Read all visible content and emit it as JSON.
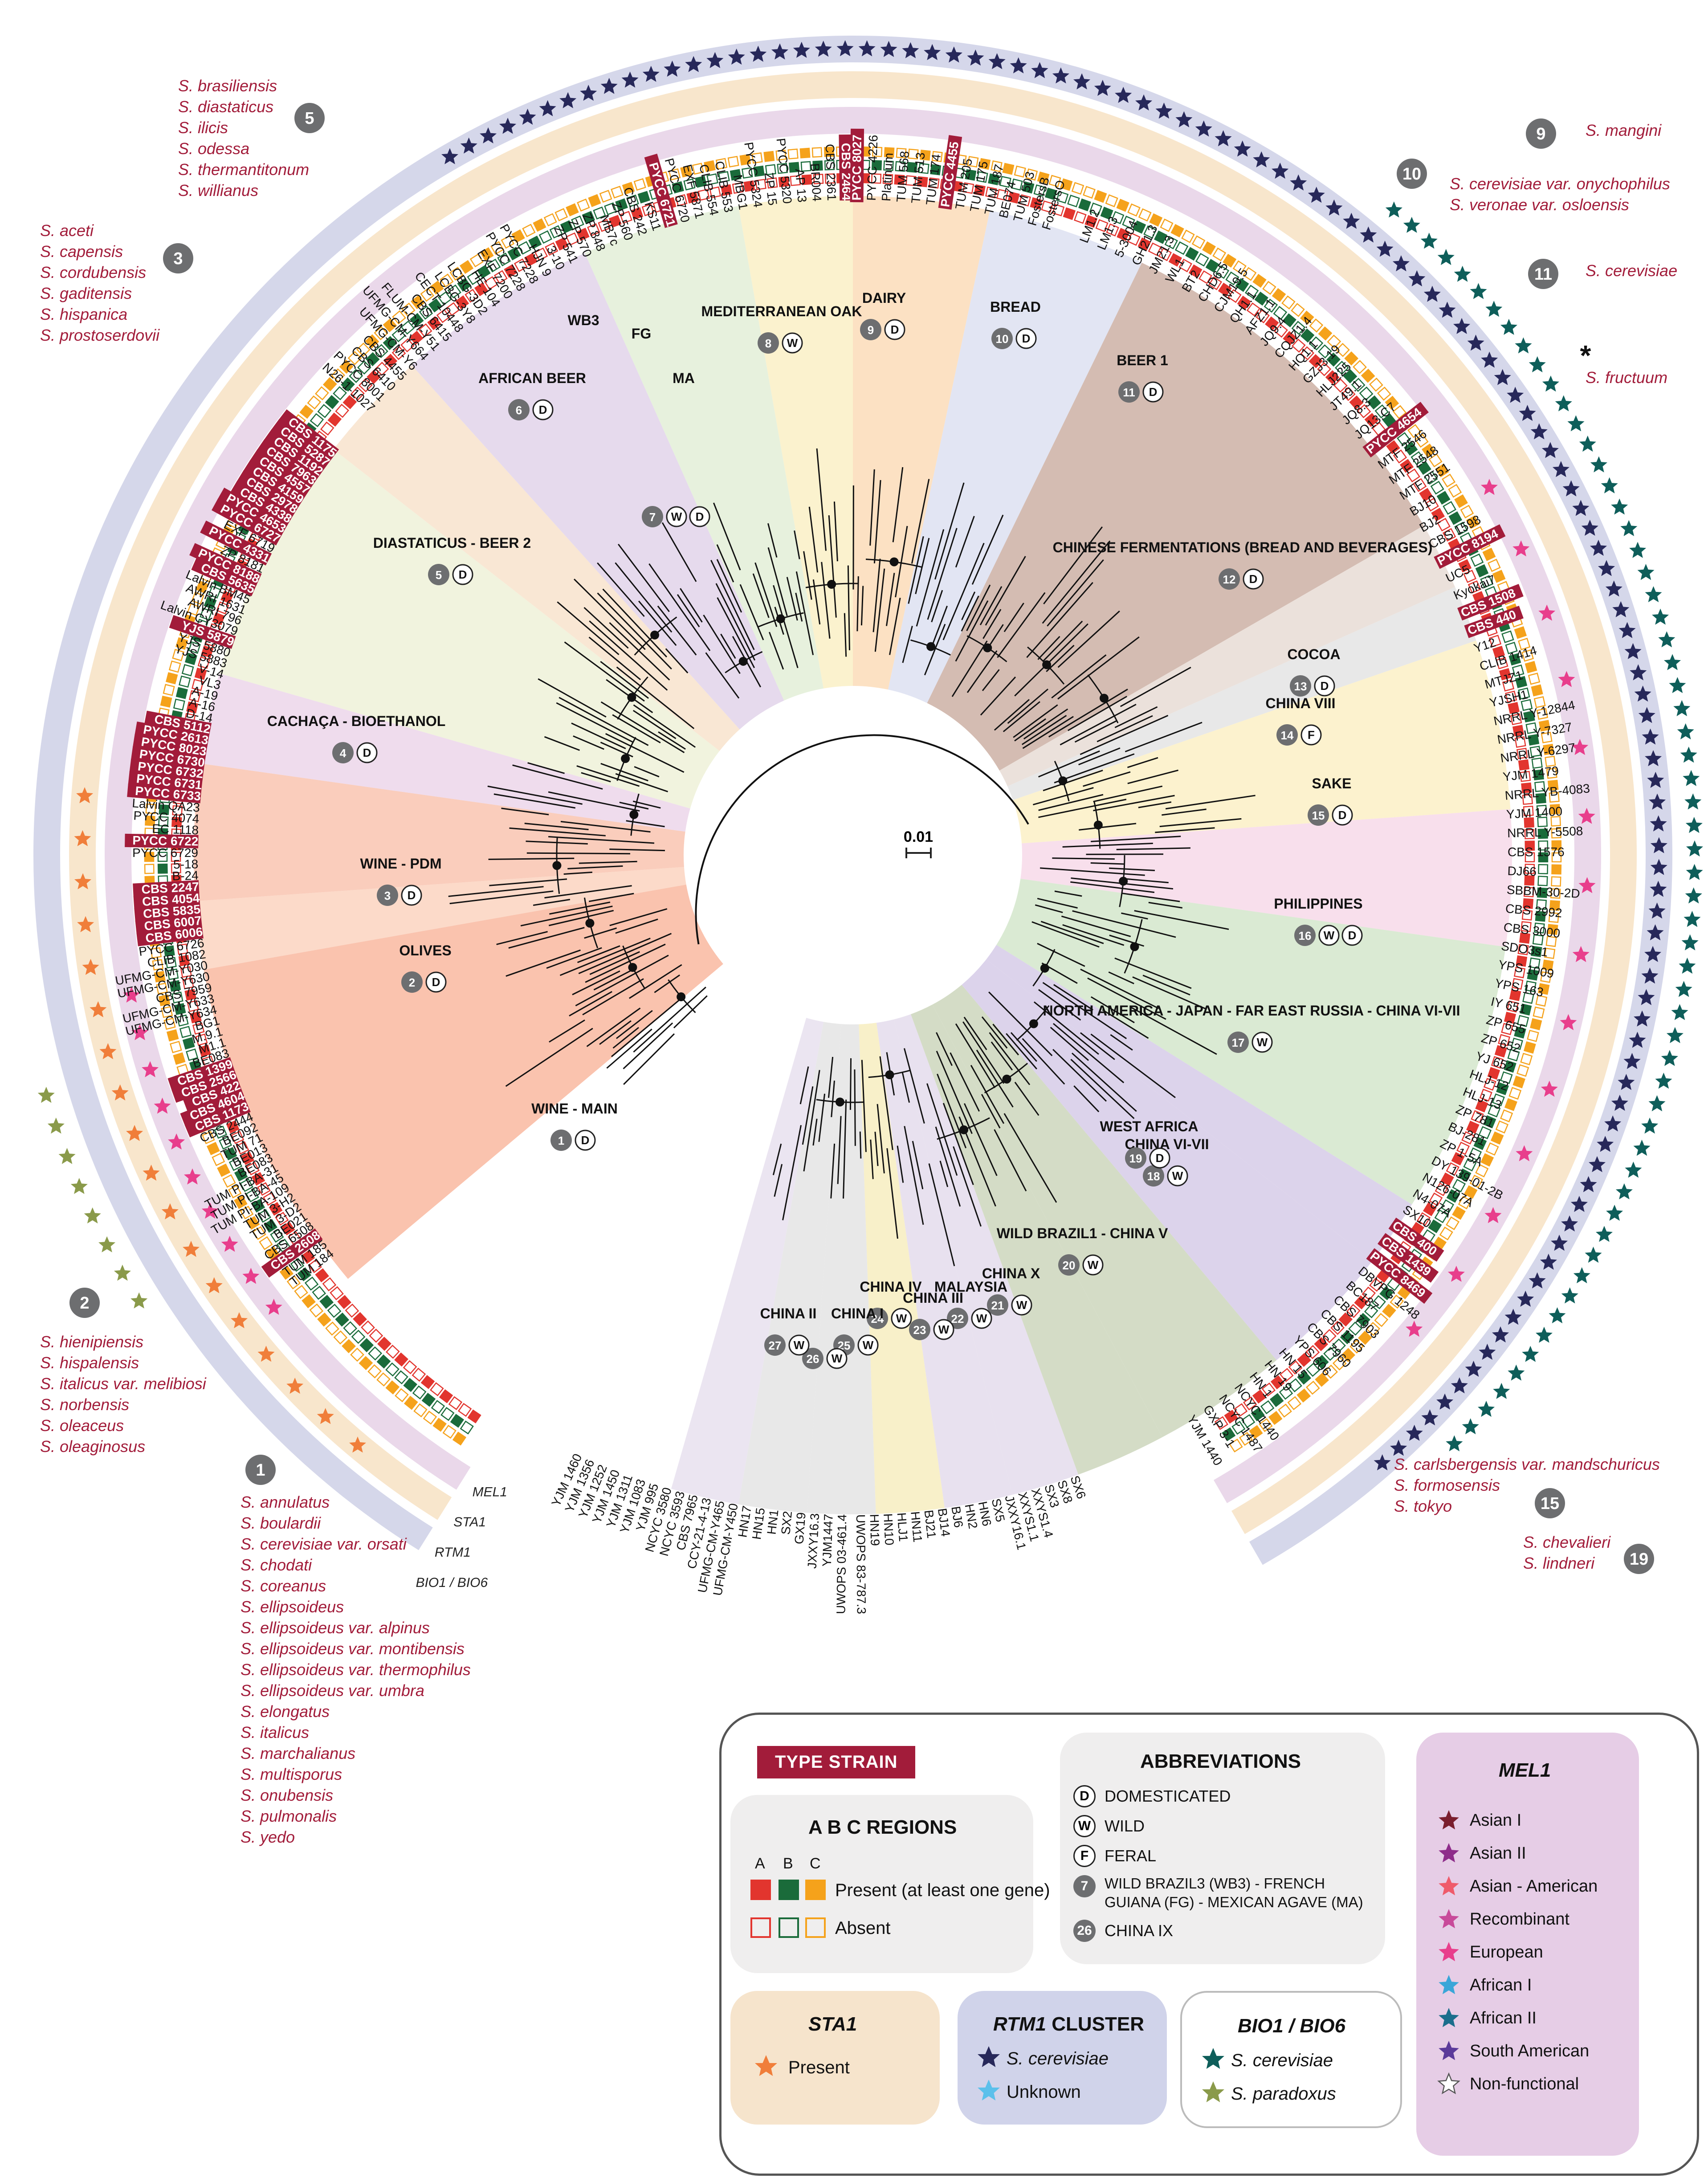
{
  "scale_bar": "0.01",
  "ring_labels": [
    "MEL1",
    "STA1",
    "RTM1",
    "BIO1 / BIO6"
  ],
  "groups": [
    {
      "id": "1",
      "label": "WINE - MAIN",
      "status": "D"
    },
    {
      "id": "2",
      "label": "OLIVES",
      "status": "D"
    },
    {
      "id": "3",
      "label": "WINE - PDM",
      "status": "D"
    },
    {
      "id": "4",
      "label": "CACHAÇA - BIOETHANOL",
      "status": "D"
    },
    {
      "id": "5",
      "label": "DIASTATICUS - BEER 2",
      "status": "D"
    },
    {
      "id": "6",
      "label": "AFRICAN BEER",
      "status": "D"
    },
    {
      "id": "7",
      "label": "",
      "status": "W D"
    },
    {
      "id": "8",
      "label": "MEDITERRANEAN OAK",
      "status": "W"
    },
    {
      "id": "9",
      "label": "DAIRY",
      "status": "D"
    },
    {
      "id": "10",
      "label": "BREAD",
      "status": "D"
    },
    {
      "id": "11",
      "label": "BEER 1",
      "status": "D"
    },
    {
      "id": "12",
      "label": "CHINESE FERMENTATIONS (BREAD AND BEVERAGES)",
      "status": "D"
    },
    {
      "id": "13",
      "label": "COCOA",
      "status": "D"
    },
    {
      "id": "14",
      "label": "CHINA VIII",
      "status": "F"
    },
    {
      "id": "15",
      "label": "SAKE",
      "status": "D"
    },
    {
      "id": "16",
      "label": "PHILIPPINES",
      "status": "W D"
    },
    {
      "id": "17",
      "label": "NORTH AMERICA - JAPAN - FAR EAST RUSSIA - CHINA VI-VII",
      "status": "W"
    },
    {
      "id": "18",
      "label": "CHINA VI-VII",
      "status": "W"
    },
    {
      "id": "19",
      "label": "WEST AFRICA",
      "status": "D"
    },
    {
      "id": "20",
      "label": "WILD BRAZIL1 - CHINA V",
      "status": "W"
    },
    {
      "id": "21",
      "label": "CHINA X",
      "status": "W"
    },
    {
      "id": "22",
      "label": "MALAYSIA",
      "status": "W"
    },
    {
      "id": "23",
      "label": "CHINA III",
      "status": "W"
    },
    {
      "id": "24",
      "label": "CHINA IV",
      "status": "W"
    },
    {
      "id": "25",
      "label": "CHINA I",
      "status": "W"
    },
    {
      "id": "26",
      "label": "",
      "status": "W"
    },
    {
      "id": "27",
      "label": "CHINA II",
      "status": "W"
    }
  ],
  "sub_labels": [
    "WB3",
    "FG",
    "MA"
  ],
  "species_groups": [
    {
      "num": "1",
      "names": [
        "S. annulatus",
        "S. boulardii",
        "S. cerevisiae var. orsati",
        "S. chodati",
        "S. coreanus",
        "S. ellipsoideus",
        "S. ellipsoideus var. alpinus",
        "S. ellipsoideus var. montibensis",
        "S. ellipsoideus var. thermophilus",
        "S. ellipsoideus var. umbra",
        "S. elongatus",
        "S. italicus",
        "S. marchalianus",
        "S. multisporus",
        "S. onubensis",
        "S. pulmonalis",
        "S. yedo"
      ]
    },
    {
      "num": "2",
      "names": [
        "S. hienipiensis",
        "S. hispalensis",
        "S. italicus var. melibiosi",
        "S. norbensis",
        "S. oleaceus",
        "S. oleaginosus"
      ]
    },
    {
      "num": "3",
      "names": [
        "S. aceti",
        "S. capensis",
        "S. cordubensis",
        "S. gaditensis",
        "S. hispanica",
        "S. prostoserdovii"
      ]
    },
    {
      "num": "5",
      "names": [
        "S. brasiliensis",
        "S. diastaticus",
        "S. ilicis",
        "S. odessa",
        "S. thermantitonum",
        "S. willianus"
      ]
    },
    {
      "num": "9",
      "names": [
        "S. mangini"
      ]
    },
    {
      "num": "10",
      "names": [
        "S. cerevisiae var. onychophilus",
        "S. veronae  var. osloensis"
      ]
    },
    {
      "num": "11",
      "names": [
        "S. cerevisiae"
      ]
    },
    {
      "num": "*",
      "names": [
        "S. fructuum"
      ]
    },
    {
      "num": "15",
      "names": [
        "S. carlsbergensis var. mandschuricus",
        "S. formosensis",
        "S. tokyo"
      ]
    },
    {
      "num": "19",
      "names": [
        "S. chevalieri",
        "S. lindneri"
      ]
    }
  ],
  "strains_left": [
    "TUM 184",
    "TUM 185",
    "CBS 2608",
    "CBS 6508",
    "BE021",
    "TUM 3-D2",
    "TUM 3-H2",
    "TUM PI-BA-109",
    "TUM PI-BA-45",
    "TUM PI-BA-31",
    "BE083",
    "BE013",
    "TUM 71",
    "BE092",
    "CBS 2444",
    "CBS 1173",
    "CBS 4604",
    "CBS 422",
    "CBS 2566",
    "CBS 1399",
    "BE083",
    "M1.1",
    "M.9.1",
    "BG1",
    "UFMG-CM-Y634",
    "UFMG-CM-Y633",
    "CBS 7959",
    "UFMG-CM-Y630",
    "UFMG-CM-Y030",
    "CLIB 1082",
    "PYCC 6726",
    "CBS 6006",
    "CBS 6007",
    "CBS 5835",
    "CBS 4054",
    "CBS 2247",
    "B-24",
    "5-18",
    "PYCC 6729",
    "PYCC 6722",
    "EC 1118",
    "PYCC 4074",
    "Lalvin QA23",
    "PYCC 6733",
    "PYCC 6731",
    "PYCC 6732",
    "PYCC 6730",
    "PYCC 8023",
    "PYCC 2613",
    "CBS 5112",
    "D-14",
    "A-16",
    "A-19",
    "VL3",
    "V-14",
    "YJS 5883",
    "YJS 5880",
    "YJS 5879",
    "Lalvin CY3079",
    "AWRI 796",
    "AWRI 1631",
    "Lalvin BM45",
    "CBS 5635",
    "PYCC 8188",
    "ZP 8181",
    "PYCC 4331",
    "EXF 6719",
    "PYCC 6727",
    "PYCC 4653",
    "CBS 4338",
    "CBS 2978",
    "CBS 4159",
    "CBS 4557",
    "CBS 7963",
    "CBS 1192",
    "CBS 5287",
    "CBS 1175"
  ],
  "strains_top": [
    "N26-1-1027",
    "PYCC 8001",
    "CBS 6410",
    "CBS 4455",
    "UFMG-CM-Y6",
    "UFMG-CM-Y664",
    "FLUM-CM-Y51",
    "CBS 6415",
    "CECT 10448",
    "LCBG-3Y8",
    "LCBG-3D2",
    "HE 104",
    "EXF 7200",
    "PYCC 7228",
    "PYCC 7228",
    "HJN 9",
    "3-10",
    "ZP 541",
    "ZP 570",
    "ZP 848",
    "MB7c",
    "ZP 560",
    "CBS 242",
    "KS11",
    "PYCC 6721",
    "PYCC 6720",
    "EXF 5871",
    "CLIB 554",
    "CLIB 553",
    "MBG1",
    "PYCC 5324",
    "ZP 15",
    "PYCC 5320",
    "AP 13",
    "BR004",
    "CBS 2361",
    "CBS 2464",
    "PYCC 8027",
    "PYCC 4226",
    "Platinum",
    "TUM 568",
    "TUM 513",
    "TUM 174",
    "PYCC 4455",
    "TUM 205",
    "TUM 175",
    "TUM 187",
    "BE074",
    "TUM 503",
    "FostersB",
    "FostersO"
  ],
  "strains_right": [
    "LM1.2",
    "LM1.3",
    "5-3004",
    "GH21.3",
    "JM21.3",
    "WL1",
    "BT2",
    "CHD6.5",
    "CJM19.5",
    "QH1.1",
    "AFZ1.1",
    "JQ9.4",
    "CQJZ1.4",
    "HQ1.1",
    "GZJ3.19",
    "HLJ225",
    "JT49.1",
    "JQ8.3",
    "JQ13.C7",
    "PYCC 4654",
    "MTF 2546",
    "MTF 2548",
    "MTF 2551",
    "BJ10",
    "BJ2",
    "CBS 1598",
    "PYCC 8194",
    "UC5",
    "Kyokai7",
    "CBS 1508",
    "CBS 440",
    "Y12",
    "CLIB 1414",
    "MTJZ1",
    "YJSH1",
    "NRRL Y-12844",
    "NRRL Y-7327",
    "NRRL Y-6297",
    "YJM 1479",
    "NRRL YB-4083",
    "YJM 1400",
    "NRRL Y-5508",
    "CBS 1576",
    "DJ66",
    "SBBM-30-2D",
    "CBS 2992",
    "CBS 3000",
    "SDO3s1",
    "YPS 1009",
    "YPS 163",
    "IY 651",
    "ZP 655",
    "ZP 652",
    "YJ 652",
    "HLJ-12",
    "HLJ-13",
    "ZP 781",
    "BJ-281",
    "ZP 1-5A",
    "DY 139-01-2B",
    "N126-07A",
    "N4-07A",
    "SX10",
    "CBS 400",
    "CBS 1439",
    "PYCC 8469",
    "DBVPG 1248",
    "BC187",
    "CBS 7903",
    "CBS 1195",
    "CBS 7960",
    "YPS 606",
    "HN 15",
    "HN 19",
    "HN 1",
    "NCYC 1440",
    "NCYC 1487",
    "GXP 3-1",
    "YJM 1440"
  ],
  "strains_bottom": [
    "SX6",
    "SX8",
    "SX3",
    "XXYS1.4",
    "XXYS1.1",
    "JXXY16.1",
    "SX5",
    "HN6",
    "HN2",
    "BJ6",
    "BJ14",
    "BJ21",
    "HN11",
    "HLJ1",
    "HN10",
    "HN19",
    "UWOPS 83-787.3",
    "UWOPS 03-461.4",
    "YJM1447",
    "JXXY16.3",
    "GX19",
    "SX2",
    "HN1",
    "HN15",
    "HN17",
    "UFMG-CM-Y450",
    "UFMG-CM-Y465",
    "CCY-21-4-13",
    "CBS 7965",
    "NCYC 3593",
    "NCYC 3580",
    "YJM 995",
    "YJM 1083",
    "YJM 1311",
    "YJM 1450",
    "YJM 1252",
    "YJM 1356",
    "YJM 1460"
  ],
  "legend": {
    "type_strain": "TYPE STRAIN",
    "abc_title": "A B C REGIONS",
    "abc_letters": [
      "A",
      "B",
      "C"
    ],
    "present": "Present (at least one gene)",
    "absent": "Absent",
    "abbreviations_title": "ABBREVIATIONS",
    "abbr": [
      {
        "sym": "D",
        "text": "DOMESTICATED"
      },
      {
        "sym": "W",
        "text": "WILD"
      },
      {
        "sym": "F",
        "text": "FERAL"
      },
      {
        "sym": "7",
        "text": "WILD BRAZIL3  (WB3) - FRENCH GUIANA (FG) - MEXICAN AGAVE (MA)"
      },
      {
        "sym": "26",
        "text": "CHINA IX"
      }
    ],
    "mel1_title": "MEL1",
    "mel1": [
      {
        "name": "Asian I",
        "color": "#7a1e2e"
      },
      {
        "name": "Asian II",
        "color": "#8e2c8a"
      },
      {
        "name": "Asian - American",
        "color": "#ef5b6b"
      },
      {
        "name": "Recombinant",
        "color": "#c84a9a"
      },
      {
        "name": "European",
        "color": "#e83e8c"
      },
      {
        "name": "African I",
        "color": "#3aa6d8"
      },
      {
        "name": "African II",
        "color": "#1b6e8c"
      },
      {
        "name": "South American",
        "color": "#5b3a9a"
      },
      {
        "name": "Non-functional",
        "color": "#ffffff"
      }
    ],
    "sta1_title": "STA1",
    "sta1_present": "Present",
    "rtm1_title": "RTM1 CLUSTER",
    "rtm1": [
      {
        "name": "S. cerevisiae",
        "color": "#27285a"
      },
      {
        "name": "Unknown",
        "color": "#5bc0eb"
      }
    ],
    "bio_title": "BIO1 / BIO6",
    "bio": [
      {
        "name": "S. cerevisiae",
        "color": "#0e5e5a"
      },
      {
        "name": "S. paradoxus",
        "color": "#8a9a4a"
      }
    ]
  },
  "colors": {
    "type_strain": "#a21c3a",
    "region_a": "#e2352e",
    "region_b": "#1a6b3a",
    "region_c": "#f5a21b",
    "ring_mel1": "#ead8ea",
    "ring_sta1": "#f8e6cc",
    "ring_rtm1": "#d5d7ea",
    "star_rtm1": "#27285a",
    "star_bio": "#0e5e5a",
    "star_sta1": "#f07e3a"
  }
}
